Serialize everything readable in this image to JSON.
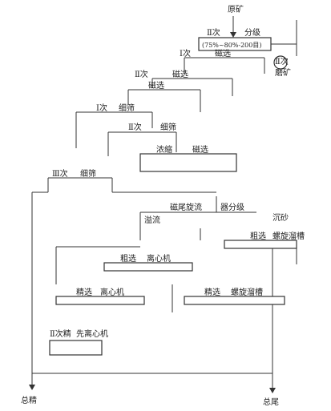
{
  "diagram": {
    "labels": {
      "raw_ore": "原矿",
      "stage2_top": "Ⅱ次",
      "classify": "分级",
      "grind_spec": "(75%~80%-200目)",
      "mag_sep_1": "磁选",
      "stage2_grind": "Ⅱ次",
      "grind_ore": "磨矿",
      "stage1": "Ⅰ次",
      "mag_sep_2": "磁选",
      "stage2_b": "Ⅱ次",
      "mag_sep_3": "磁选",
      "stage1_b": "Ⅰ次",
      "fine_screen_1": "细筛",
      "stage2_c": "Ⅱ次",
      "fine_screen_2": "细筛",
      "thicken": "浓缩",
      "mag_sep_4": "磁选",
      "stage3": "Ⅲ次",
      "fine_screen_3": "细筛",
      "mag_tail_cyclone": "磁尾旋流",
      "classifier": "器分级",
      "overflow": "溢流",
      "sand": "沉砂",
      "rough_1": "粗选",
      "spiral_chute_1": "螺旋溜槽",
      "rough_2": "粗选",
      "centrifuge_1": "离心机",
      "fine_1": "精选",
      "centrifuge_2": "离心机",
      "fine_2": "精选",
      "spiral_chute_2": "螺旋溜槽",
      "stage2_conc": "Ⅱ次精",
      "first_centrifuge": "先离心机",
      "total_conc": "总精",
      "total_tail": "总尾"
    }
  }
}
